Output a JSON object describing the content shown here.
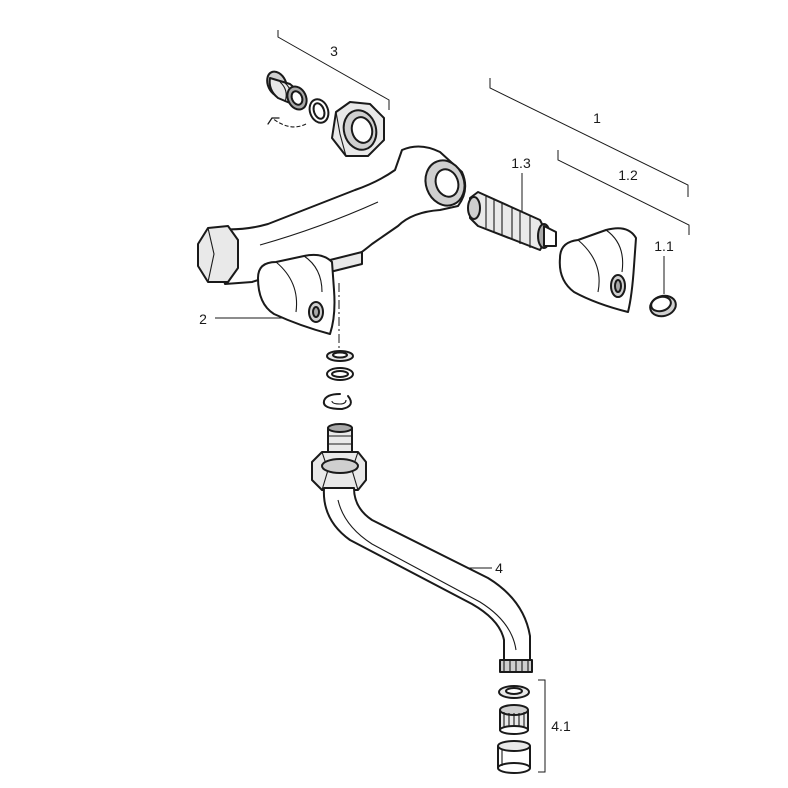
{
  "labels": {
    "part_1": "1",
    "part_1_1": "1.1",
    "part_1_2": "1.2",
    "part_1_3": "1.3",
    "part_2": "2",
    "part_3": "3",
    "part_4": "4",
    "part_4_1": "4.1"
  },
  "colors": {
    "line": "#1a1a1a",
    "light_shade": "#e9e9e9",
    "mid_shade": "#cfcfcf",
    "dark_shade": "#a9a9a9"
  }
}
